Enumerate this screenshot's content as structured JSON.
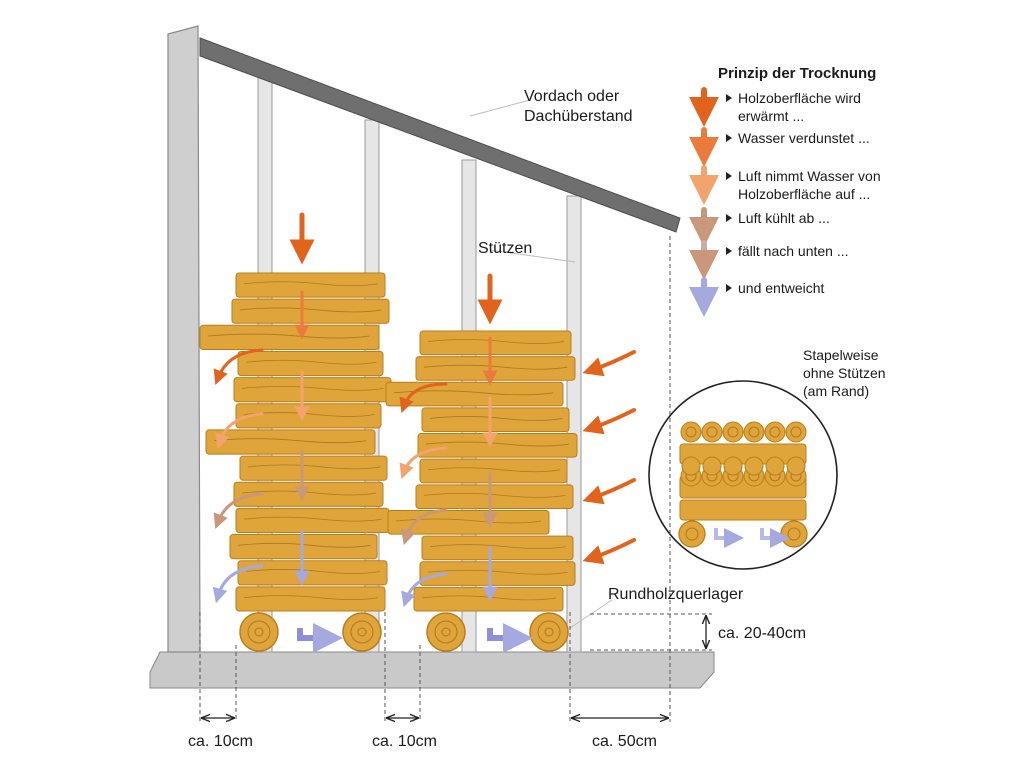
{
  "labels": {
    "roof": [
      "Vordach oder",
      "Dachüberstand"
    ],
    "supports": "Stützen",
    "stack_no_supports": [
      "Stapelweise",
      "ohne Stützen",
      "(am Rand)"
    ],
    "round_wood": "Rundholzquerlager",
    "height": "ca. 20-40cm",
    "gap1": "ca. 10cm",
    "gap2": "ca. 10cm",
    "gap3": "ca. 50cm"
  },
  "legend": {
    "title": "Prinzip der Trocknung",
    "items": [
      {
        "lines": [
          "Holzoberfläche wird",
          "erwärmt ..."
        ],
        "color": "#e0641e"
      },
      {
        "lines": [
          "Wasser verdunstet ..."
        ],
        "color": "#ec7a3c"
      },
      {
        "lines": [
          "Luft nimmt Wasser von",
          "Holzoberfläche auf ..."
        ],
        "color": "#f3a36e"
      },
      {
        "lines": [
          "Luft kühlt ab ..."
        ],
        "color": "#c9977a"
      },
      {
        "lines": [
          "fällt nach unten ..."
        ],
        "color": "#c8aea2"
      },
      {
        "lines": [
          "und entweicht"
        ],
        "color": "#a6a8e0"
      }
    ]
  },
  "colors": {
    "wall": "#c9c9c9",
    "wall_stroke": "#8a8a8a",
    "roof": "#6f6f6f",
    "post": "#e3e3e3",
    "log": "#dfa53a",
    "log_dark": "#b97e1c",
    "log_line": "#8a5a12",
    "flow_blue": "#8f8fd8",
    "wind": "#e0641e"
  }
}
